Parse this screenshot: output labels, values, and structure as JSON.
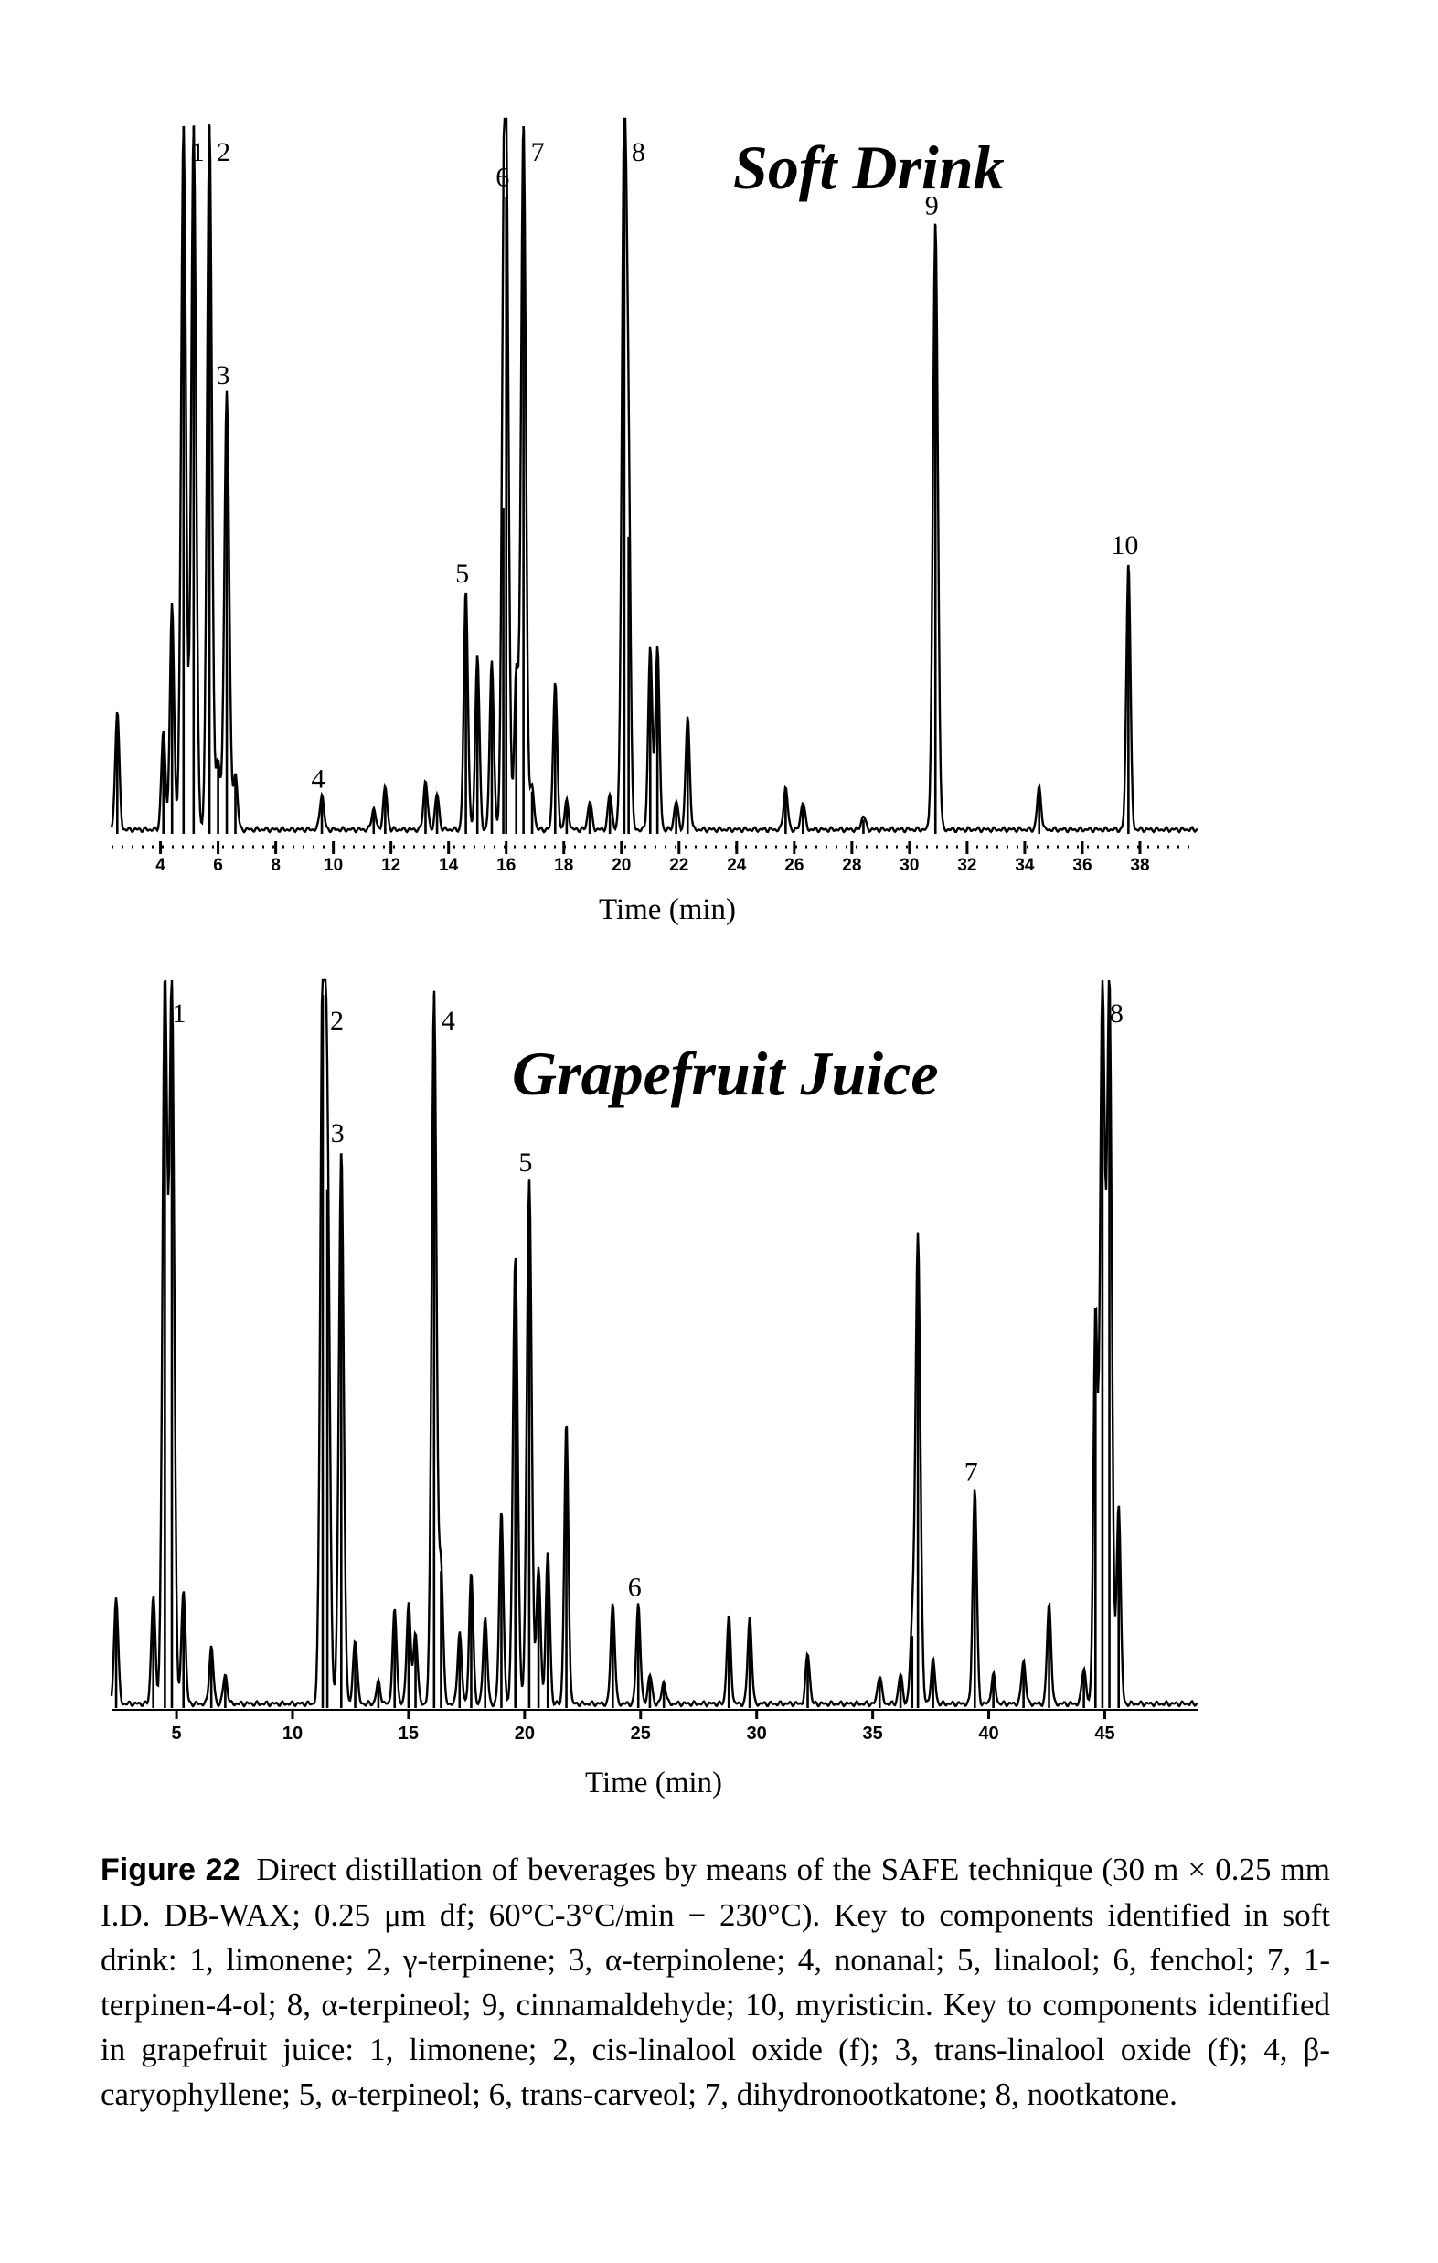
{
  "chart_data": [
    {
      "type": "line",
      "title": "Soft Drink",
      "xlabel": "Time (min)",
      "ylabel": "",
      "xlim": [
        2.3,
        40
      ],
      "ylim": [
        0,
        100
      ],
      "xticks": [
        4,
        6,
        8,
        10,
        12,
        14,
        16,
        18,
        20,
        22,
        24,
        26,
        28,
        30,
        32,
        34,
        36,
        38
      ],
      "grid": false,
      "peaks": [
        {
          "t": 2.5,
          "h": 17,
          "label": ""
        },
        {
          "t": 4.1,
          "h": 14,
          "label": ""
        },
        {
          "t": 4.4,
          "h": 32,
          "label": ""
        },
        {
          "t": 4.8,
          "h": 100,
          "label": "1"
        },
        {
          "t": 5.15,
          "h": 100,
          "label": ""
        },
        {
          "t": 5.7,
          "h": 100,
          "label": "2"
        },
        {
          "t": 6.0,
          "h": 10,
          "label": ""
        },
        {
          "t": 6.3,
          "h": 62,
          "label": "3"
        },
        {
          "t": 6.6,
          "h": 8,
          "label": ""
        },
        {
          "t": 9.6,
          "h": 5,
          "label": "4"
        },
        {
          "t": 11.4,
          "h": 3,
          "label": ""
        },
        {
          "t": 11.8,
          "h": 6,
          "label": ""
        },
        {
          "t": 13.2,
          "h": 7,
          "label": ""
        },
        {
          "t": 13.6,
          "h": 5,
          "label": ""
        },
        {
          "t": 14.6,
          "h": 34,
          "label": "5"
        },
        {
          "t": 15.0,
          "h": 25,
          "label": ""
        },
        {
          "t": 15.5,
          "h": 24,
          "label": ""
        },
        {
          "t": 15.9,
          "h": 46,
          "label": ""
        },
        {
          "t": 16.0,
          "h": 90,
          "label": "6"
        },
        {
          "t": 16.35,
          "h": 22,
          "label": ""
        },
        {
          "t": 16.6,
          "h": 100,
          "label": "7"
        },
        {
          "t": 16.9,
          "h": 6,
          "label": ""
        },
        {
          "t": 17.7,
          "h": 21,
          "label": ""
        },
        {
          "t": 18.1,
          "h": 4,
          "label": ""
        },
        {
          "t": 18.9,
          "h": 4,
          "label": ""
        },
        {
          "t": 19.6,
          "h": 5,
          "label": ""
        },
        {
          "t": 20.1,
          "h": 100,
          "label": "8"
        },
        {
          "t": 20.25,
          "h": 42,
          "label": ""
        },
        {
          "t": 21.0,
          "h": 26,
          "label": ""
        },
        {
          "t": 21.25,
          "h": 26,
          "label": ""
        },
        {
          "t": 21.9,
          "h": 4,
          "label": ""
        },
        {
          "t": 22.3,
          "h": 16,
          "label": ""
        },
        {
          "t": 25.7,
          "h": 6,
          "label": ""
        },
        {
          "t": 26.3,
          "h": 4,
          "label": ""
        },
        {
          "t": 28.4,
          "h": 2,
          "label": ""
        },
        {
          "t": 30.9,
          "h": 86,
          "label": "9"
        },
        {
          "t": 34.5,
          "h": 6,
          "label": ""
        },
        {
          "t": 37.6,
          "h": 38,
          "label": "10"
        }
      ]
    },
    {
      "type": "line",
      "title": "Grapefruit Juice",
      "xlabel": "Time (min)",
      "ylabel": "",
      "xlim": [
        2.2,
        49
      ],
      "ylim": [
        0,
        100
      ],
      "xticks": [
        5,
        10,
        15,
        20,
        25,
        30,
        35,
        40,
        45
      ],
      "grid": false,
      "peaks": [
        {
          "t": 2.4,
          "h": 15,
          "label": ""
        },
        {
          "t": 4.0,
          "h": 15,
          "label": ""
        },
        {
          "t": 4.5,
          "h": 100,
          "label": "1"
        },
        {
          "t": 4.8,
          "h": 100,
          "label": ""
        },
        {
          "t": 5.3,
          "h": 16,
          "label": ""
        },
        {
          "t": 6.5,
          "h": 8,
          "label": ""
        },
        {
          "t": 7.1,
          "h": 4,
          "label": ""
        },
        {
          "t": 11.3,
          "h": 99,
          "label": "2"
        },
        {
          "t": 11.5,
          "h": 72,
          "label": ""
        },
        {
          "t": 12.1,
          "h": 77,
          "label": "3"
        },
        {
          "t": 12.7,
          "h": 9,
          "label": ""
        },
        {
          "t": 13.7,
          "h": 3,
          "label": ""
        },
        {
          "t": 14.4,
          "h": 13,
          "label": ""
        },
        {
          "t": 15.0,
          "h": 14,
          "label": ""
        },
        {
          "t": 15.3,
          "h": 10,
          "label": ""
        },
        {
          "t": 16.1,
          "h": 99,
          "label": "4"
        },
        {
          "t": 16.4,
          "h": 19,
          "label": ""
        },
        {
          "t": 17.2,
          "h": 10,
          "label": ""
        },
        {
          "t": 17.7,
          "h": 18,
          "label": ""
        },
        {
          "t": 18.3,
          "h": 12,
          "label": ""
        },
        {
          "t": 19.0,
          "h": 27,
          "label": ""
        },
        {
          "t": 19.6,
          "h": 62,
          "label": ""
        },
        {
          "t": 20.2,
          "h": 73,
          "label": "5"
        },
        {
          "t": 20.6,
          "h": 19,
          "label": ""
        },
        {
          "t": 21.0,
          "h": 21,
          "label": ""
        },
        {
          "t": 21.8,
          "h": 39,
          "label": ""
        },
        {
          "t": 23.8,
          "h": 14,
          "label": ""
        },
        {
          "t": 24.9,
          "h": 14,
          "label": "6"
        },
        {
          "t": 25.4,
          "h": 4,
          "label": ""
        },
        {
          "t": 26.0,
          "h": 3,
          "label": ""
        },
        {
          "t": 28.8,
          "h": 12,
          "label": ""
        },
        {
          "t": 29.7,
          "h": 12,
          "label": ""
        },
        {
          "t": 32.2,
          "h": 7,
          "label": ""
        },
        {
          "t": 35.3,
          "h": 4,
          "label": ""
        },
        {
          "t": 36.2,
          "h": 4,
          "label": ""
        },
        {
          "t": 36.7,
          "h": 10,
          "label": ""
        },
        {
          "t": 36.95,
          "h": 65,
          "label": ""
        },
        {
          "t": 37.6,
          "h": 6,
          "label": ""
        },
        {
          "t": 39.4,
          "h": 30,
          "label": "7"
        },
        {
          "t": 40.2,
          "h": 4,
          "label": ""
        },
        {
          "t": 41.5,
          "h": 6,
          "label": ""
        },
        {
          "t": 42.6,
          "h": 14,
          "label": ""
        },
        {
          "t": 44.1,
          "h": 5,
          "label": ""
        },
        {
          "t": 44.6,
          "h": 54,
          "label": ""
        },
        {
          "t": 44.9,
          "h": 100,
          "label": "8"
        },
        {
          "t": 45.2,
          "h": 100,
          "label": ""
        },
        {
          "t": 45.6,
          "h": 28,
          "label": ""
        }
      ]
    }
  ],
  "caption": {
    "figure_label": "Figure 22",
    "text": "Direct distillation of beverages by means of the SAFE technique (30 m × 0.25 mm I.D. DB-WAX; 0.25 μm df; 60°C-3°C/min − 230°C). Key to components identified in soft drink: 1, limonene; 2, γ-terpinene; 3, α-terpinolene; 4, nonanal; 5, linalool; 6, fenchol; 7, 1-terpinen-4-ol; 8, α-terpineol; 9, cinnamaldehyde; 10, myristicin. Key to components identified in grapefruit juice: 1, limonene; 2, cis-linalool oxide (f); 3, trans-linalool oxide (f); 4, β-caryophyllene; 5, α-terpineol; 6, trans-carveol; 7, dihydronootkatone; 8, nootkatone."
  }
}
